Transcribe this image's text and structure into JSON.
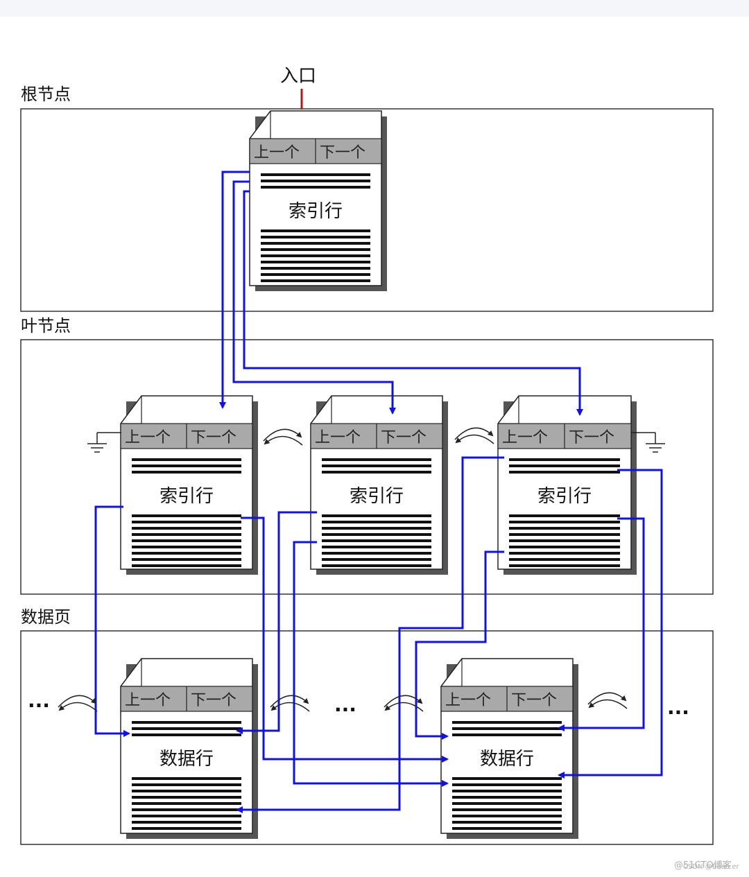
{
  "entry_label": "入口",
  "sections": {
    "root": "根节点",
    "leaf": "叶节点",
    "data": "数据页"
  },
  "page": {
    "prev_label": "上一个",
    "next_label": "下一个",
    "index_row_label": "索引行",
    "data_row_label": "数据行"
  },
  "ellipsis": "...",
  "watermark": "@51CTO博客",
  "watermark_sub": "CSDN @Baan.er",
  "colors": {
    "arrow": "#1010ee",
    "entry": "#b01818",
    "header_bg": "#a9a9a9",
    "shadow": "#555555"
  }
}
